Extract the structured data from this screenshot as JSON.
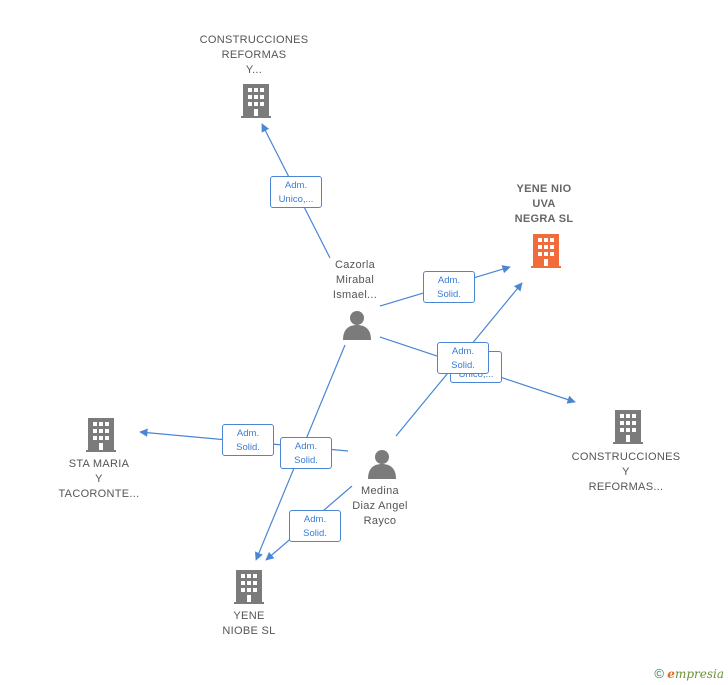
{
  "nodes": {
    "construcciones_top": {
      "lines": [
        "CONSTRUCCIONES",
        "REFORMAS",
        "Y..."
      ],
      "type": "company"
    },
    "yene_nio": {
      "lines": [
        "YENE NIO",
        "UVA",
        "NEGRA  SL"
      ],
      "type": "company-focus"
    },
    "cazorla": {
      "lines": [
        "Cazorla",
        "Mirabal",
        "Ismael..."
      ],
      "type": "person"
    },
    "sta_maria": {
      "lines": [
        "STA MARIA",
        "Y",
        "TACORONTE..."
      ],
      "type": "company"
    },
    "construcciones_right": {
      "lines": [
        "CONSTRUCCIONES",
        "Y",
        "REFORMAS..."
      ],
      "type": "company"
    },
    "medina": {
      "lines": [
        "Medina",
        "Diaz Angel",
        "Rayco"
      ],
      "type": "person"
    },
    "yene_niobe": {
      "lines": [
        "YENE",
        "NIOBE  SL"
      ],
      "type": "company"
    }
  },
  "edges": [
    {
      "id": "e1",
      "lines": [
        "Adm.",
        "Unico,..."
      ]
    },
    {
      "id": "e2",
      "lines": [
        "Adm.",
        "Solid."
      ]
    },
    {
      "id": "e3",
      "lines": [
        "Adm.",
        "Unico,..."
      ]
    },
    {
      "id": "e4",
      "lines": [
        "Adm.",
        "Solid."
      ]
    },
    {
      "id": "e5",
      "lines": [
        "Adm.",
        "Solid."
      ]
    },
    {
      "id": "e6",
      "lines": [
        "Adm.",
        "Solid."
      ]
    },
    {
      "id": "e7",
      "lines": [
        "Adm.",
        "Solid."
      ]
    }
  ],
  "icons": {
    "company": "building-icon",
    "company-focus": "building-icon",
    "person": "person-icon"
  },
  "colors": {
    "edge": "#4a86d4",
    "company_icon": "#7b7b7b",
    "focus_icon": "#f26b3a",
    "person_icon": "#7b7b7b"
  },
  "footer": {
    "copyright": "©",
    "brand_first": "e",
    "brand_rest": "mpresia"
  }
}
